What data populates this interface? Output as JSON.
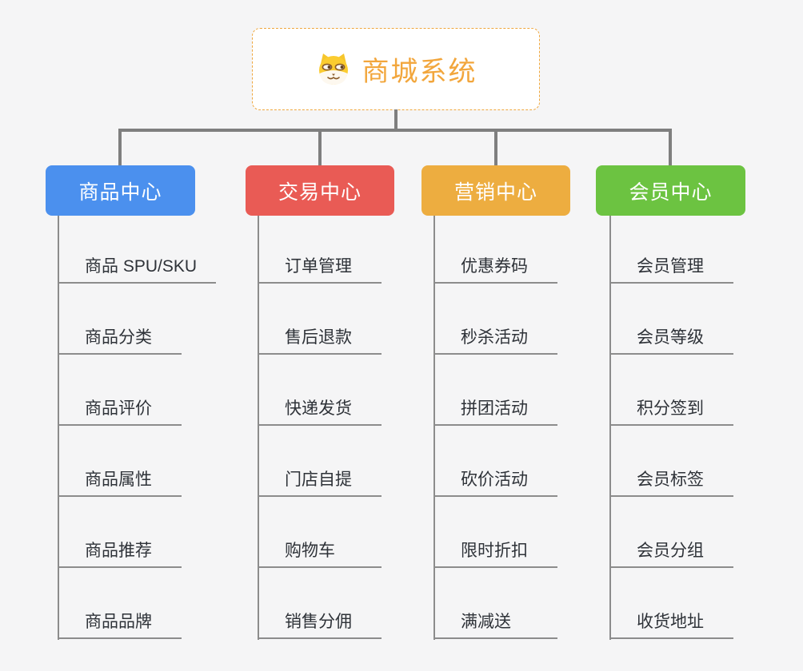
{
  "page": {
    "background": "#f5f5f6",
    "connector_color": "#7f7f7f"
  },
  "root": {
    "label": "商城系统",
    "icon": "shiba-dog-icon",
    "accent_color": "#f2a63c"
  },
  "branches": [
    {
      "label": "商品中心",
      "color": "#4b90ee",
      "items": [
        "商品 SPU/SKU",
        "商品分类",
        "商品评价",
        "商品属性",
        "商品推荐",
        "商品品牌"
      ]
    },
    {
      "label": "交易中心",
      "color": "#e95b55",
      "items": [
        "订单管理",
        "售后退款",
        "快递发货",
        "门店自提",
        "购物车",
        "销售分佣"
      ]
    },
    {
      "label": "营销中心",
      "color": "#edad40",
      "items": [
        "优惠券码",
        "秒杀活动",
        "拼团活动",
        "砍价活动",
        "限时折扣",
        "满减送"
      ]
    },
    {
      "label": "会员中心",
      "color": "#6cc341",
      "items": [
        "会员管理",
        "会员等级",
        "积分签到",
        "会员标签",
        "会员分组",
        "收货地址"
      ]
    }
  ]
}
